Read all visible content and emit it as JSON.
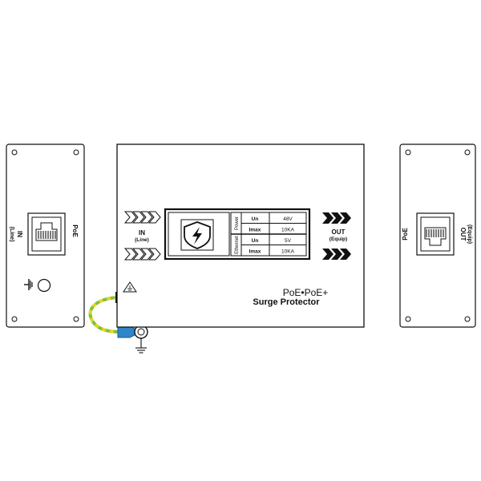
{
  "left_panel": {
    "port_label": "PoE",
    "in_label": "IN",
    "line_label": "(Line)"
  },
  "main_panel": {
    "in_label": "IN",
    "line_label": "(Line)",
    "out_label": "OUT",
    "equip_label": "(Equip)",
    "spec_table": {
      "groups": [
        {
          "name": "Power",
          "rows": [
            {
              "param": "Un",
              "value": "48V"
            },
            {
              "param": "Imax",
              "value": "10KA"
            }
          ]
        },
        {
          "name": "Ethernet",
          "rows": [
            {
              "param": "Un",
              "value": "5V"
            },
            {
              "param": "Imax",
              "value": "10KA"
            }
          ]
        }
      ]
    },
    "title_line1": "PoE•PoE+",
    "title_line2": "Surge Protector"
  },
  "right_panel": {
    "port_label": "PoE",
    "out_label": "OUT",
    "equip_label": "(Equip)"
  },
  "icons": {
    "shield": "lightning-shield-icon",
    "ground": "ground-icon",
    "rj45": "rj45-port-icon"
  },
  "colors": {
    "stroke": "#111111",
    "ground_wire_green": "#7cc242",
    "ground_wire_yellow": "#e8d520",
    "terminal_blue": "#2f86c8"
  }
}
